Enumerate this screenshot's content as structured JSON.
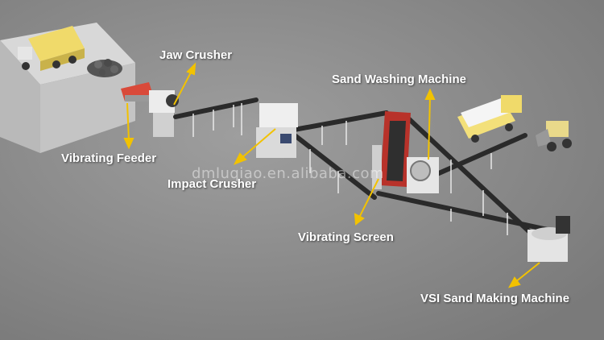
{
  "labels": {
    "jaw_crusher": "Jaw Crusher",
    "sand_washing_machine": "Sand Washing Machine",
    "vibrating_feeder": "Vibrating Feeder",
    "impact_crusher": "Impact Crusher",
    "vibrating_screen": "Vibrating Screen",
    "vsi_sand_making_machine": "VSI Sand Making Machine"
  },
  "watermark": "dmluqiao.en.alibaba.com",
  "colors": {
    "background": "#8d8d8d",
    "arrow": "#f2c200",
    "label_text": "#ffffff",
    "truck_body": "#f3e07a",
    "conveyor_belt": "#2a2a2a",
    "screen_red": "#b8322a"
  }
}
